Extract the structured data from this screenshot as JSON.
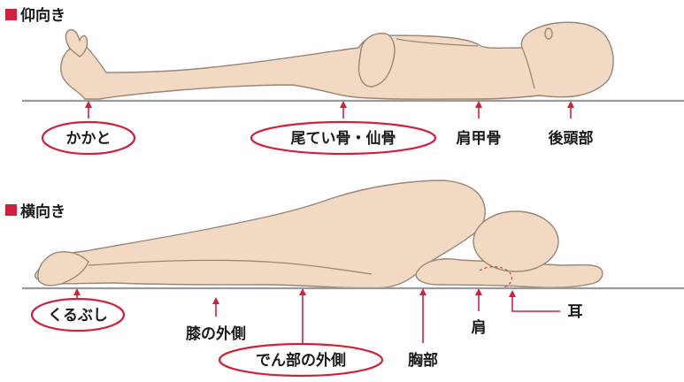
{
  "sections": [
    {
      "title": "仰向き",
      "labels": [
        "かかと",
        "尾てい骨・仙骨",
        "肩甲骨",
        "後頭部"
      ]
    },
    {
      "title": "横向き",
      "labels": [
        "くるぶし",
        "膝の外側",
        "でん部の外側",
        "胸部",
        "肩",
        "耳"
      ]
    }
  ],
  "colors": {
    "accent": "#d21f3c",
    "skin": "#f1d9c3",
    "outline": "#9b8576",
    "floor": "#9a9a9a"
  }
}
